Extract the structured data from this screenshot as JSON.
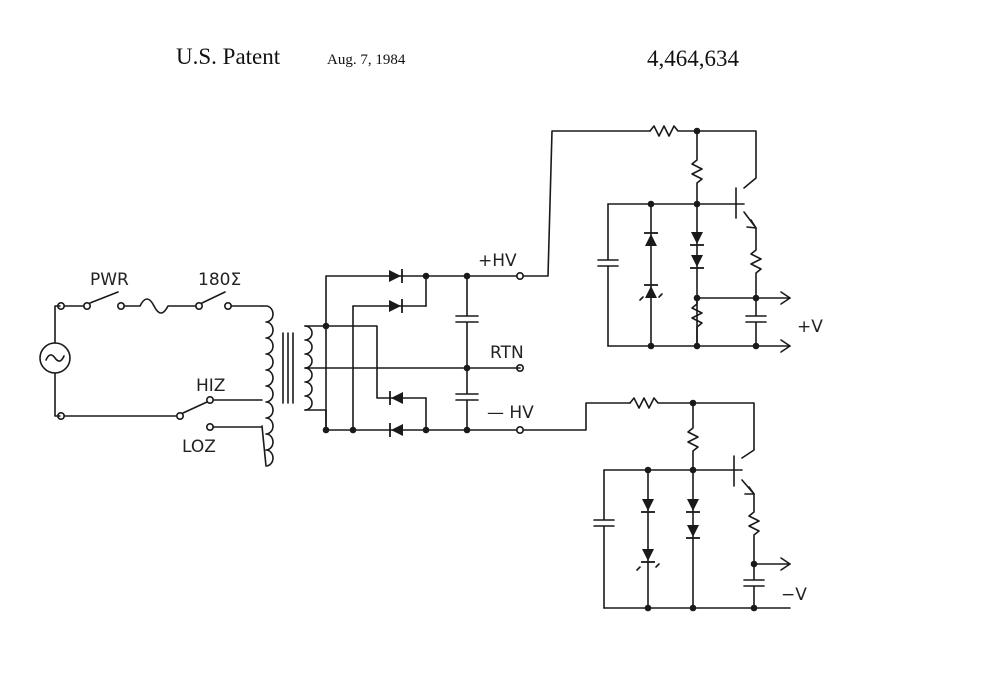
{
  "header": {
    "title": "U.S. Patent",
    "date": "Aug. 7, 1984",
    "patent_number": "4,464,634"
  },
  "labels": {
    "pwr": "PWR",
    "voltage": "180Σ",
    "hiz": "HIZ",
    "loz": "LOZ",
    "pos_hv": "+HV",
    "rtn": "RTN",
    "neg_hv": "— HV",
    "pos_v": "+V",
    "neg_v": "−V"
  }
}
